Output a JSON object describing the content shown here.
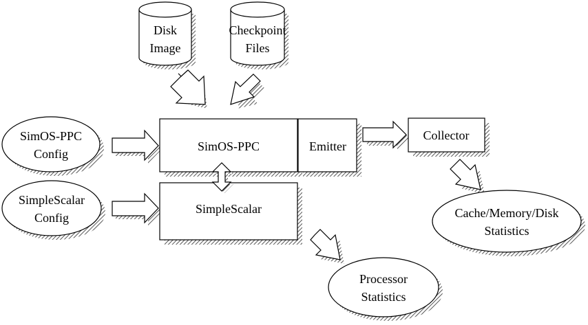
{
  "diagram": {
    "inputs": {
      "disk_image": [
        "Disk",
        "Image"
      ],
      "checkpoint_files": [
        "Checkpoint",
        "Files"
      ],
      "simos_config": [
        "SimOS-PPC",
        "Config"
      ],
      "simplescalar_config": [
        "SimpleScalar",
        "Config"
      ]
    },
    "components": {
      "simos_ppc": "SimOS-PPC",
      "simplescalar": "SimpleScalar",
      "emitter": "Emitter",
      "collector": "Collector"
    },
    "outputs": {
      "cache_memory_disk_statistics": [
        "Cache/Memory/Disk",
        "Statistics"
      ],
      "processor_statistics": [
        "Processor",
        "Statistics"
      ]
    }
  }
}
